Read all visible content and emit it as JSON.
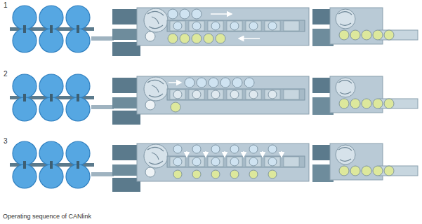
{
  "diagram": {
    "caption": "Operating sequence of CANlink",
    "labels": [
      "1",
      "2",
      "3"
    ]
  }
}
